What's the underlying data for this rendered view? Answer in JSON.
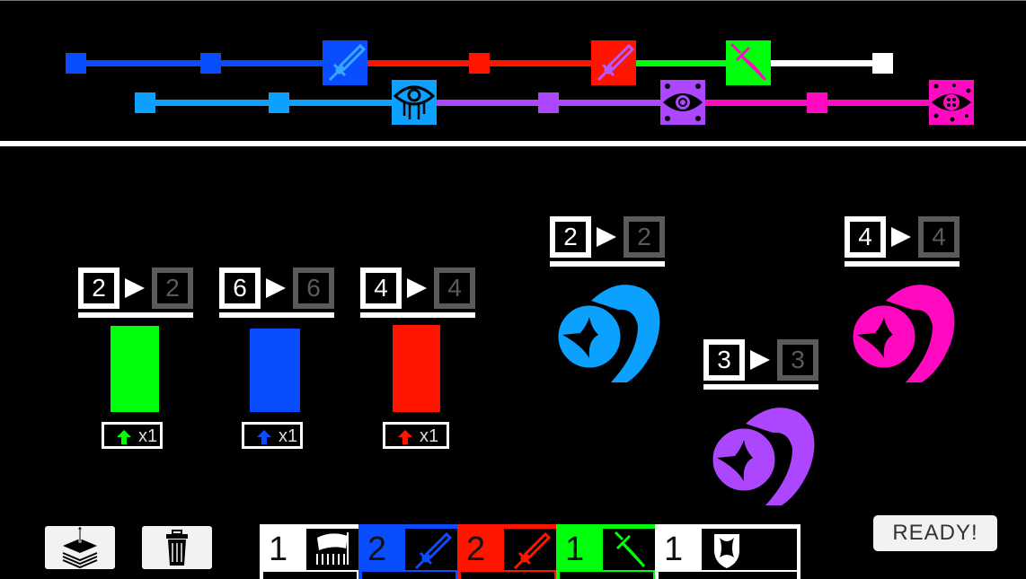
{
  "colors": {
    "blue": "#0a4dff",
    "red": "#ff1400",
    "green": "#00ff0c",
    "white": "#ffffff",
    "sky": "#0ca0ff",
    "purple": "#ac47ff",
    "magenta": "#ff0ac0",
    "gray": "#5a5a5a"
  },
  "track_top": {
    "nodes": [
      "blue",
      "blue",
      "blue-sword-icon",
      "red",
      "red-sword-icon",
      "green-dagger-icon",
      "white"
    ]
  },
  "track_bottom": {
    "nodes": [
      "sky",
      "sky",
      "bleeding-eye-icon",
      "purple",
      "flame-eye-icon",
      "magenta",
      "star-eye-icon"
    ]
  },
  "player_stats": [
    {
      "color": "green",
      "current": "2",
      "next": "2",
      "multiplier": "x1"
    },
    {
      "color": "blue",
      "current": "6",
      "next": "6",
      "multiplier": "x1"
    },
    {
      "color": "red",
      "current": "4",
      "next": "4",
      "multiplier": "x1"
    }
  ],
  "enemies": [
    {
      "color": "sky",
      "current": "2",
      "next": "2"
    },
    {
      "color": "purple",
      "current": "3",
      "next": "3"
    },
    {
      "color": "magenta",
      "current": "4",
      "next": "4"
    }
  ],
  "toolbar": {
    "draw_icon": "card-stack-upload-icon",
    "trash_icon": "trash-icon"
  },
  "hand": [
    {
      "count": "1",
      "color": "white",
      "icon": "banner-army-icon"
    },
    {
      "count": "2",
      "color": "blue",
      "icon": "sword-icon"
    },
    {
      "count": "2",
      "color": "red",
      "icon": "sword-icon"
    },
    {
      "count": "1",
      "color": "green",
      "icon": "dagger-icon"
    },
    {
      "count": "1",
      "color": "white",
      "icon": "shield-icon"
    }
  ],
  "ready_label": "READY!"
}
